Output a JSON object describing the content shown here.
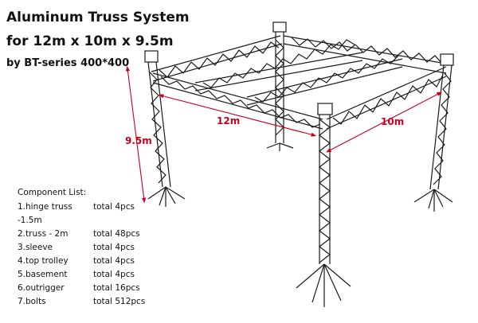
{
  "title_line1": "Aluminum Truss System",
  "title_line2": "for 12m x 10m x 9.5m",
  "title_line3": "by BT-series 400*400",
  "dimensions": {
    "height": "9.5m",
    "length": "12m",
    "width": "10m"
  },
  "components_title": "Component List:",
  "components": [
    {
      "name": "1.hinge truss -1.5m",
      "total": "total 4pcs"
    },
    {
      "name": "2.truss - 2m",
      "total": "total 48pcs"
    },
    {
      "name": "3.sleeve",
      "total": "total 4pcs"
    },
    {
      "name": "4.top trolley",
      "total": "total 4pcs"
    },
    {
      "name": "5.basement",
      "total": "total 4pcs"
    },
    {
      "name": "6.outrigger",
      "total": "total 16pcs"
    },
    {
      "name": "7.bolts",
      "total": "total 512pcs"
    }
  ],
  "colors": {
    "dimension": "#c8001e",
    "truss": "#1a1a1a"
  }
}
